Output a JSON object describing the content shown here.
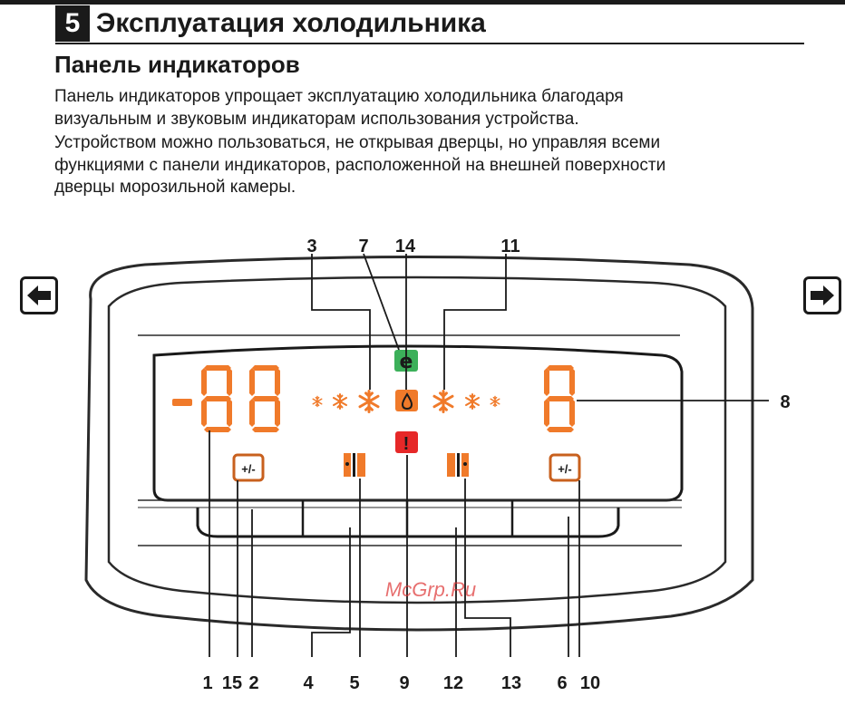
{
  "header": {
    "section_number": "5",
    "chapter_title": "Эксплуатация холодильника",
    "section_title": "Панель индикаторов"
  },
  "body": {
    "paragraph1_line1": "Панель индикаторов упрощает эксплуатацию холодильника благодаря",
    "paragraph1_line2": "визуальным и звуковым индикаторам использования устройства.",
    "paragraph2_line1": "Устройством можно пользоваться, не открывая дверцы, но управляя всеми",
    "paragraph2_line2": "функциями с панели индикаторов, расположенной на внешней поверхности",
    "paragraph2_line3": "дверцы морозильной камеры."
  },
  "diagram": {
    "callouts_top": [
      "3",
      "7",
      "14",
      "11"
    ],
    "callout_right": "8",
    "callouts_bottom": [
      "1",
      "15",
      "2",
      "4",
      "5",
      "9",
      "12",
      "13",
      "6",
      "10"
    ],
    "display_left": "-88",
    "display_right": "8",
    "button_plus_minus": "+/-",
    "eco_label": "e",
    "alarm_label": "!",
    "watermark": "McGrp.Ru",
    "colors": {
      "segment": "#f07a2a",
      "eco": "#3cb05a",
      "alarm": "#e62828",
      "button_border": "#c8601e"
    }
  }
}
